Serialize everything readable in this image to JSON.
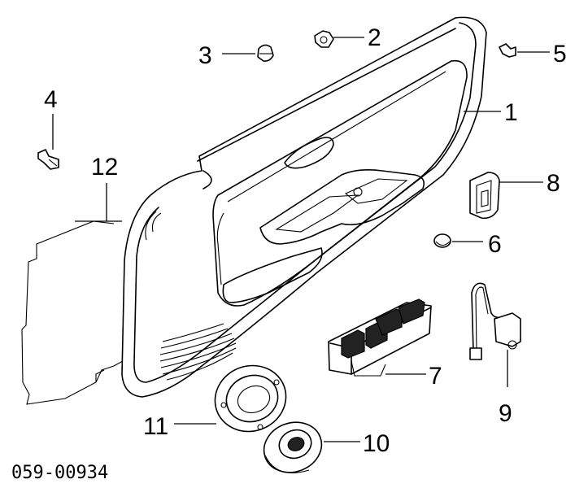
{
  "diagram_code": "059-00934",
  "callouts": [
    {
      "id": "1",
      "label": "1"
    },
    {
      "id": "2",
      "label": "2"
    },
    {
      "id": "3",
      "label": "3"
    },
    {
      "id": "4",
      "label": "4"
    },
    {
      "id": "5",
      "label": "5"
    },
    {
      "id": "6",
      "label": "6"
    },
    {
      "id": "7",
      "label": "7"
    },
    {
      "id": "8",
      "label": "8"
    },
    {
      "id": "9",
      "label": "9"
    },
    {
      "id": "10",
      "label": "10"
    },
    {
      "id": "11",
      "label": "11"
    },
    {
      "id": "12",
      "label": "12"
    }
  ]
}
